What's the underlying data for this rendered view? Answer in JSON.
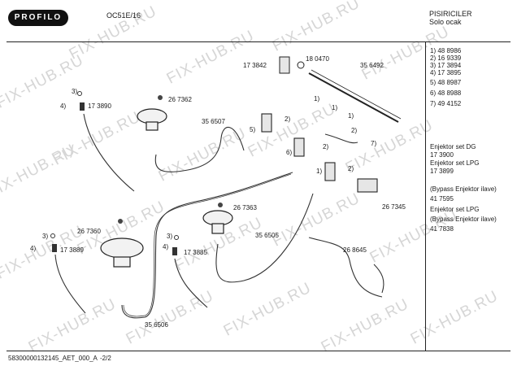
{
  "header": {
    "brand": "PROFILO",
    "model": "OC51E/16",
    "category": "PISIRICILER",
    "subcategory": "Solo ocak"
  },
  "legend": [
    "1)  48 8986",
    "2)  16 9339",
    "3)  17 3894",
    "4)  17 3895",
    "5)  48 8987",
    "6)  48 8988",
    "7)  49 4152",
    "Enjektor set DG",
    "17 3900",
    "Enjektor set LPG",
    "17 3899",
    "(Bypass Enjektor ilave)",
    "41 7595",
    "Enjektor set LPG",
    "(Bypass Enjektor ilave)",
    "41 7838"
  ],
  "part_labels": {
    "p173842": "17 3842",
    "p180470": "18 0470",
    "p356492": "35 6492",
    "p267362": "26 7362",
    "p173890": "17 3890",
    "p356507": "35 6507",
    "p267345": "26 7345",
    "p267363": "26 7363",
    "p267360": "26 7360",
    "p356505": "35 6505",
    "p268645": "26 8645",
    "p173889": "17 3889",
    "p173885": "17 3885",
    "p356506": "35 6506"
  },
  "callouts": {
    "c1a": "1)",
    "c1b": "1)",
    "c1c": "1)",
    "c1d": "1)",
    "c2a": "2)",
    "c2b": "2)",
    "c2c": "2)",
    "c2d": "2)",
    "c3a": "3)",
    "c3b": "3)",
    "c4a": "4)",
    "c4b": "4)",
    "c4c": "4)",
    "c3c": "3)",
    "c5": "5)",
    "c6": "6)",
    "c7": "7)"
  },
  "footer": {
    "doc_id": "58300000132145_AET_000_A",
    "page": "-2/2"
  },
  "watermark": "FIX-HUB.RU"
}
